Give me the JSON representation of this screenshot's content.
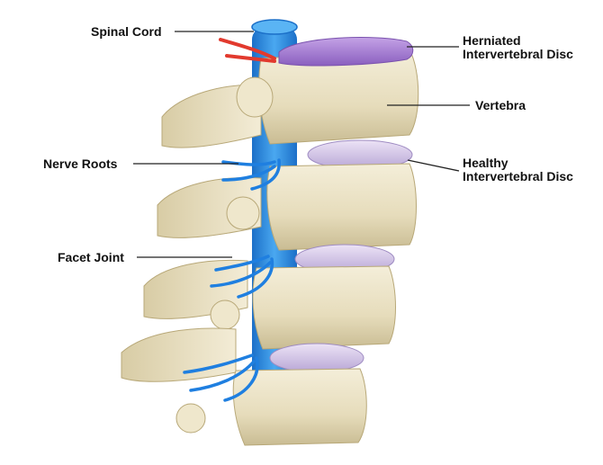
{
  "labels": {
    "spinal_cord": "Spinal Cord",
    "herniated_disc": [
      "Herniated",
      "Intervertebral Disc"
    ],
    "vertebra": "Vertebra",
    "nerve_roots": "Nerve Roots",
    "healthy_disc": [
      "Healthy",
      "Intervertebral Disc"
    ],
    "facet_joint": "Facet Joint"
  },
  "colors": {
    "bone": "#ece4c8",
    "bone_shadow": "#c9bc93",
    "healthy_disc": "#d7c9e8",
    "herniated_disc": "#a77fd0",
    "spinal_cord": "#2f8fe0",
    "nerve": "#1f7fe0",
    "hernia_nerve": "#e23a2e",
    "leader_line": "#222222"
  }
}
